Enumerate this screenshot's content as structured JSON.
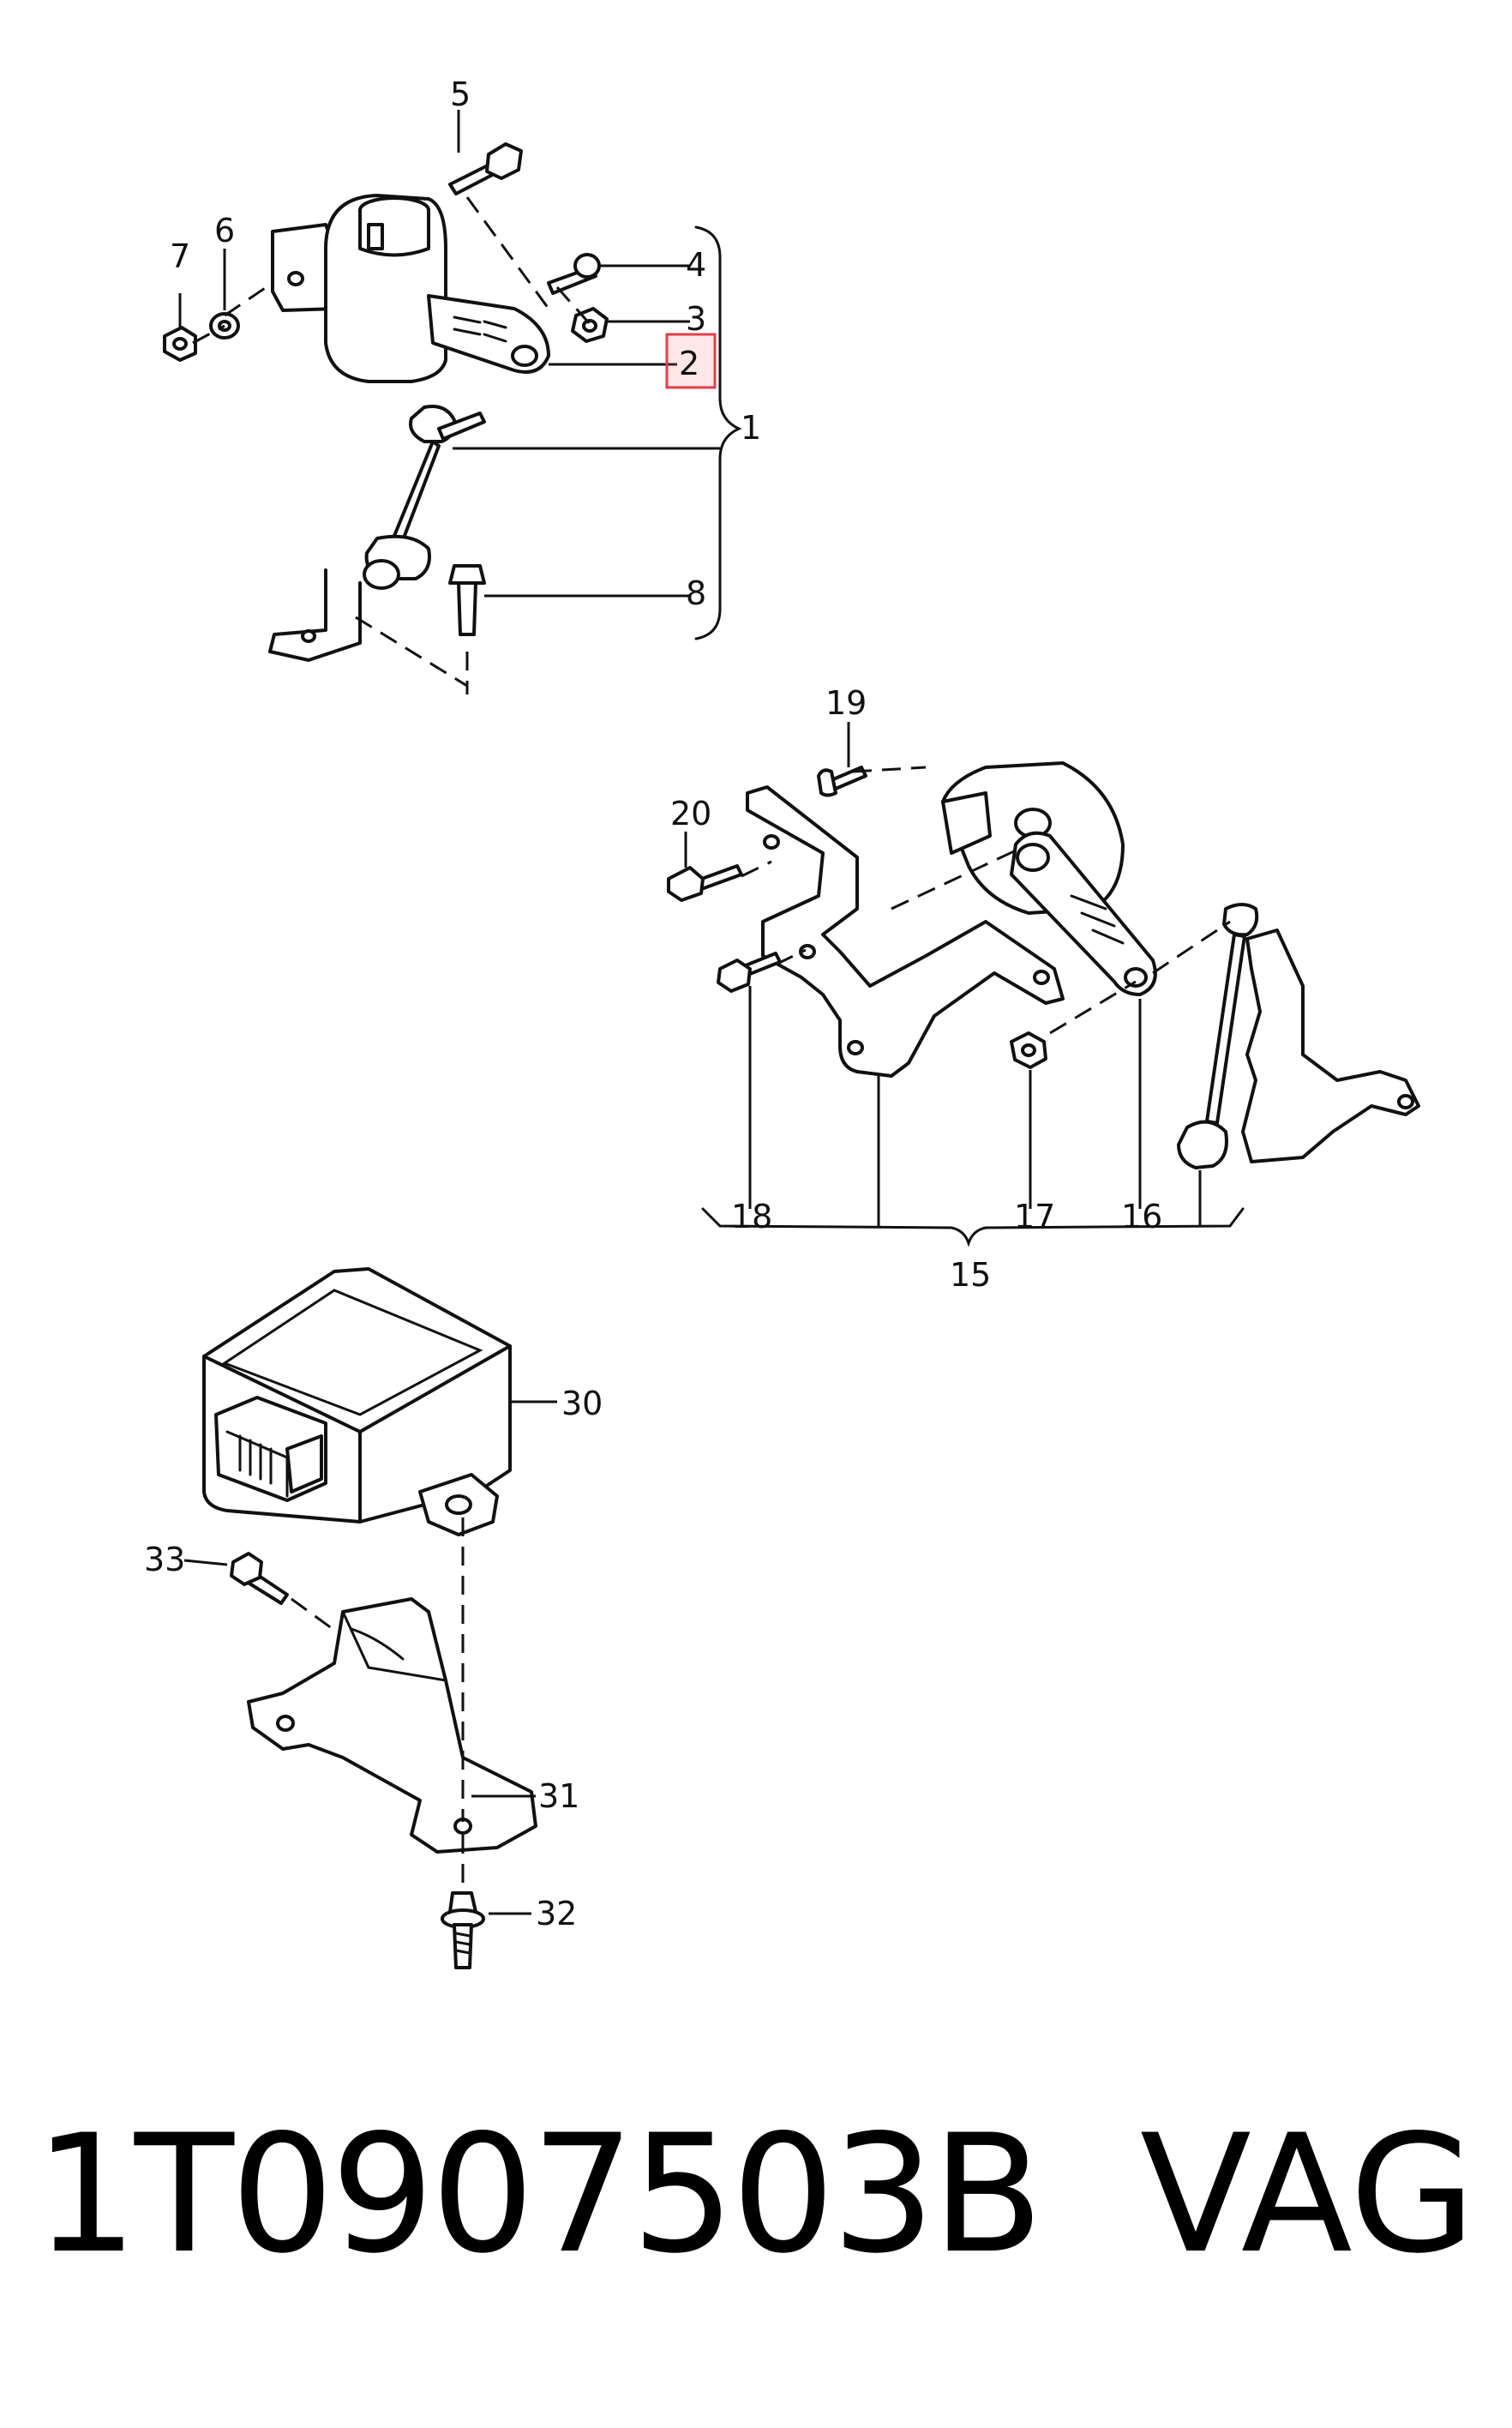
{
  "callouts": {
    "c1": "1",
    "c2": "2",
    "c3": "3",
    "c4": "4",
    "c5": "5",
    "c6": "6",
    "c7": "7",
    "c8": "8",
    "c15": "15",
    "c16": "16",
    "c17": "17",
    "c18": "18",
    "c19": "19",
    "c20": "20",
    "c30": "30",
    "c31": "31",
    "c32": "32",
    "c33": "33"
  },
  "highlighted_callout": "2",
  "footer": {
    "part_number": "1T0907503B",
    "brand": "VAG"
  }
}
